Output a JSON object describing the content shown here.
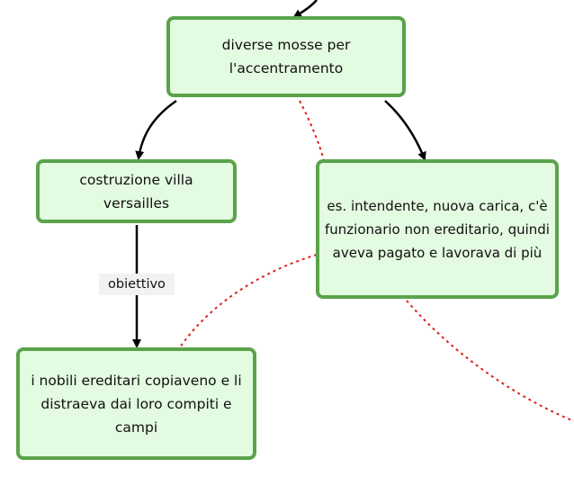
{
  "nodes": {
    "mosse": "diverse mosse per l'accentramento",
    "versailles": "costruzione villa versailles",
    "intendente": "es. intendente, nuova carica, c'è funzionario non ereditario, quindi aveva pagato e lavorava di più",
    "nobili": "i nobili ereditari copiaveno e li distraeva dai loro compiti e campi"
  },
  "edge_labels": {
    "obiettivo": "obiettivo"
  },
  "colors": {
    "node_fill": "#e3fbe0",
    "node_border": "#5aa34a",
    "arrow": "#000000",
    "dotted_link": "#e02020",
    "label_background": "#f2f2f2"
  }
}
